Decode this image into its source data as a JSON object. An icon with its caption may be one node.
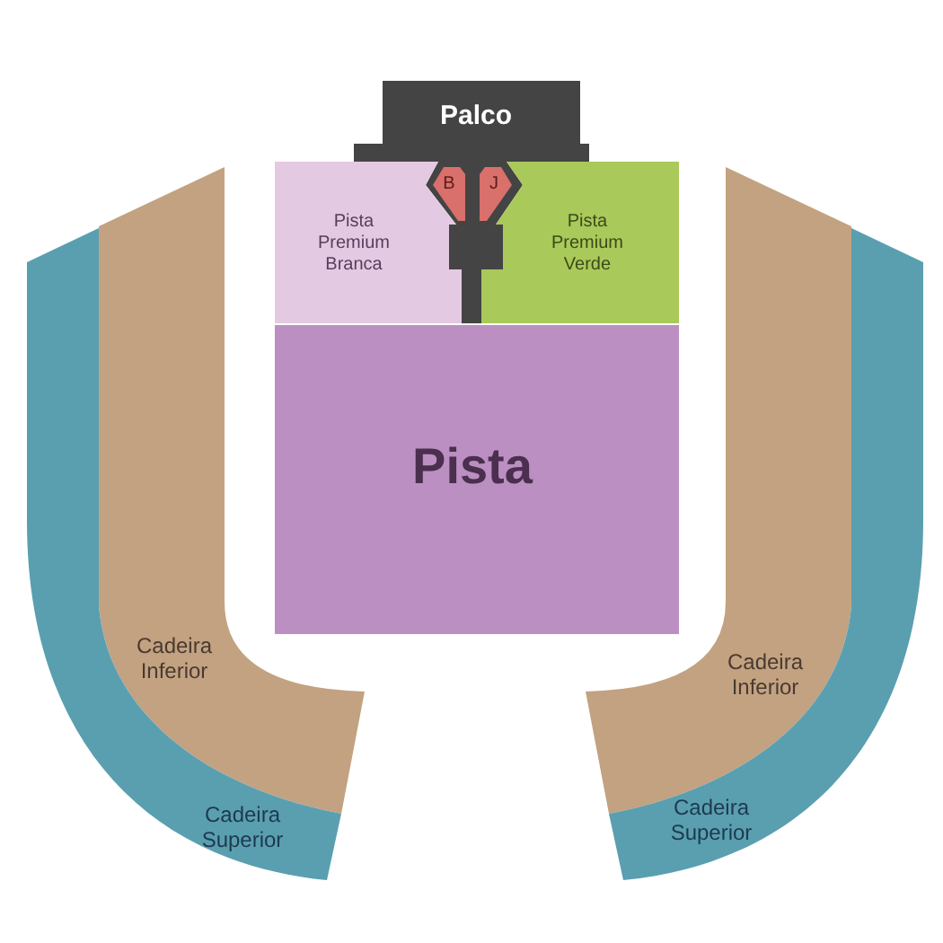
{
  "diagram": {
    "nodes": [
      {
        "text": [
          "Palco"
        ]
      },
      {
        "text": [
          "Pista Premium Branca"
        ]
      },
      {
        "text": [
          "B"
        ]
      },
      {
        "text": [
          "J"
        ]
      },
      {
        "text": [
          "Pista Premium Verde"
        ]
      },
      {
        "text": [
          "Pista"
        ]
      },
      {
        "text": [
          "Cadeira Inferior"
        ]
      },
      {
        "text": [
          "Cadeira Superior"
        ]
      },
      {
        "text": [
          "Cadeira Inferior"
        ]
      },
      {
        "text": [
          "Cadeira Superior"
        ]
      }
    ]
  }
}
